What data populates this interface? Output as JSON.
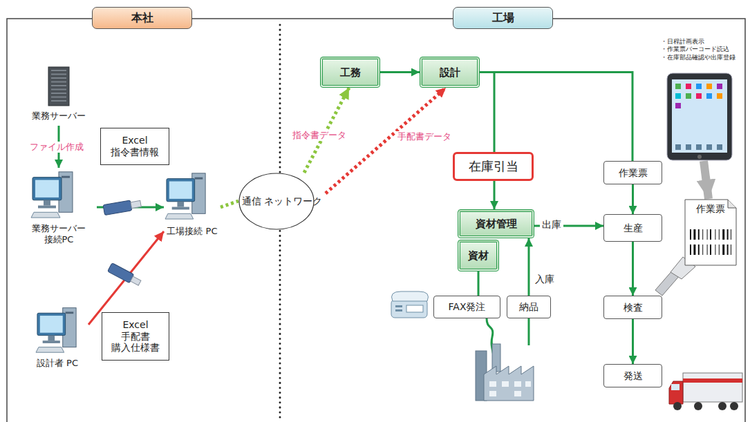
{
  "diagram": {
    "nodes": [
      {
        "text": [
          "本社"
        ]
      },
      {
        "text": [
          "工場"
        ]
      },
      {
        "text": [
          "業務サーバー"
        ]
      },
      {
        "text": [
          "Excel 指令書情報"
        ]
      },
      {
        "text": [
          "業務サーバー 接続PC"
        ]
      },
      {
        "text": [
          "工場接続 PC"
        ]
      },
      {
        "text": [
          "設計者 PC"
        ]
      },
      {
        "text": [
          "Excel 手配書 購入仕様書"
        ]
      },
      {
        "text": [
          "通信 ネットワーク"
        ]
      },
      {
        "text": [
          "工務"
        ]
      },
      {
        "text": [
          "設計"
        ]
      },
      {
        "text": [
          "在庫引当"
        ]
      },
      {
        "text": [
          "資材管理"
        ]
      },
      {
        "text": [
          "資材"
        ]
      },
      {
        "text": [
          "FAX発注"
        ]
      },
      {
        "text": [
          "納品"
        ]
      },
      {
        "text": [
          "作業票"
        ]
      },
      {
        "text": [
          "生産"
        ]
      },
      {
        "text": [
          "検査"
        ]
      },
      {
        "text": [
          "発送"
        ]
      },
      {
        "text": [
          "・日程計画表示",
          "・作業票バーコード読込",
          "・在庫部品確認や出庫登録"
        ]
      },
      {
        "text": [
          "作業票"
        ]
      }
    ],
    "edges": [
      {
        "from": 2,
        "to": 4,
        "label": "ファイル作成",
        "arrow": "to"
      },
      {
        "from": 4,
        "to": 5,
        "arrow": "to"
      },
      {
        "from": 6,
        "to": 5,
        "arrow": "to"
      },
      {
        "from": 5,
        "to": 8,
        "arrow": "none"
      },
      {
        "from": 8,
        "to": 9,
        "label": "指令書データ",
        "arrow": "to"
      },
      {
        "from": 8,
        "to": 10,
        "label": "手配書データ",
        "arrow": "to"
      },
      {
        "from": 9,
        "to": 10,
        "arrow": "to"
      },
      {
        "from": 10,
        "to": 11,
        "arrow": "none"
      },
      {
        "from": 10,
        "to": 16,
        "arrow": "none"
      },
      {
        "from": 11,
        "to": 12,
        "arrow": "to"
      },
      {
        "from": 12,
        "to": 17,
        "label": "出庫",
        "arrow": "to"
      },
      {
        "from": 13,
        "to": 14,
        "arrow": "none"
      },
      {
        "from": 15,
        "to": 12,
        "label": "入庫",
        "arrow": "to"
      },
      {
        "from": 16,
        "to": 17,
        "arrow": "to"
      },
      {
        "from": 17,
        "to": 18,
        "arrow": "to"
      },
      {
        "from": 18,
        "to": 19,
        "arrow": "to"
      },
      {
        "from": 20,
        "to": 21,
        "arrow": "to"
      }
    ]
  }
}
